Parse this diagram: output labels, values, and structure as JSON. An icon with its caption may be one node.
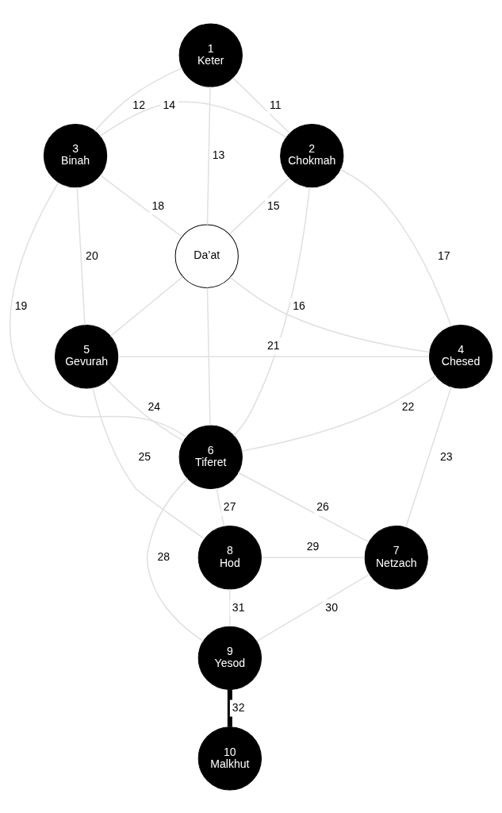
{
  "diagram": {
    "nodes": [
      {
        "text": [
          "1",
          "Keter"
        ]
      },
      {
        "text": [
          "3",
          "Binah"
        ]
      },
      {
        "text": [
          "2",
          "Chokmah"
        ]
      },
      {
        "text": [
          "Da’at"
        ]
      },
      {
        "text": [
          "5",
          "Gevurah"
        ]
      },
      {
        "text": [
          "4",
          "Chesed"
        ]
      },
      {
        "text": [
          "6",
          "Tiferet"
        ]
      },
      {
        "text": [
          "8",
          "Hod"
        ]
      },
      {
        "text": [
          "7",
          "Netzach"
        ]
      },
      {
        "text": [
          "9",
          "Yesod"
        ]
      },
      {
        "text": [
          "10",
          "Malkhut"
        ]
      }
    ],
    "edges": [
      {
        "from": 0,
        "to": 2,
        "arrow": "none",
        "label": "11"
      },
      {
        "from": 0,
        "to": 1,
        "arrow": "none",
        "label": "12"
      },
      {
        "from": 0,
        "to": 3,
        "arrow": "none",
        "label": "13"
      },
      {
        "from": 3,
        "to": 6,
        "arrow": "none"
      },
      {
        "from": 1,
        "to": 2,
        "arrow": "none",
        "label": "14"
      },
      {
        "from": 2,
        "to": 3,
        "arrow": "none",
        "label": "15"
      },
      {
        "from": 3,
        "to": 4,
        "arrow": "none"
      },
      {
        "from": 2,
        "to": 6,
        "arrow": "none",
        "label": "16"
      },
      {
        "from": 2,
        "to": 5,
        "arrow": "none",
        "label": "17"
      },
      {
        "from": 1,
        "to": 3,
        "arrow": "none",
        "label": "18"
      },
      {
        "from": 3,
        "to": 5,
        "arrow": "none"
      },
      {
        "from": 1,
        "to": 6,
        "arrow": "none",
        "label": "19"
      },
      {
        "from": 1,
        "to": 4,
        "arrow": "none",
        "label": "20"
      },
      {
        "from": 4,
        "to": 5,
        "arrow": "none",
        "label": "21"
      },
      {
        "from": 5,
        "to": 6,
        "arrow": "none",
        "label": "22"
      },
      {
        "from": 5,
        "to": 8,
        "arrow": "none",
        "label": "23"
      },
      {
        "from": 4,
        "to": 6,
        "arrow": "none",
        "label": "24"
      },
      {
        "from": 4,
        "to": 7,
        "arrow": "none",
        "label": "25"
      },
      {
        "from": 6,
        "to": 8,
        "arrow": "none",
        "label": "26"
      },
      {
        "from": 6,
        "to": 7,
        "arrow": "none",
        "label": "27"
      },
      {
        "from": 6,
        "to": 9,
        "arrow": "none",
        "label": "28"
      },
      {
        "from": 7,
        "to": 8,
        "arrow": "none",
        "label": "29"
      },
      {
        "from": 8,
        "to": 9,
        "arrow": "none",
        "label": "30"
      },
      {
        "from": 7,
        "to": 9,
        "arrow": "none",
        "label": "31"
      },
      {
        "from": 9,
        "to": 10,
        "arrow": "none",
        "label": "32",
        "style": "thick",
        "color": "#000000"
      }
    ]
  }
}
